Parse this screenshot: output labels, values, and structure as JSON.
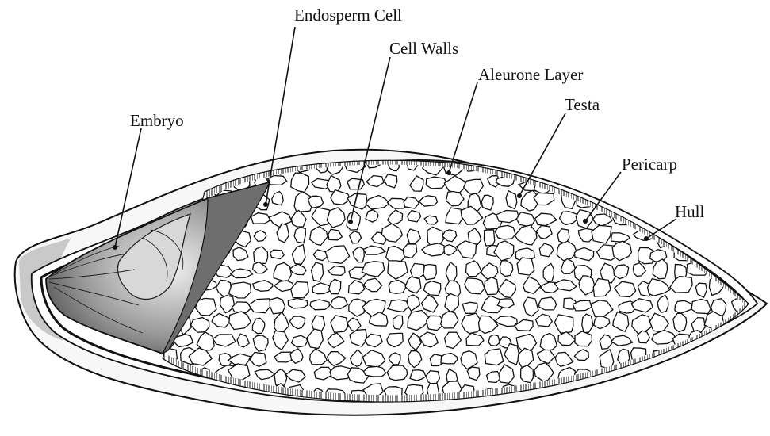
{
  "diagram": {
    "labels": {
      "endosperm_cell": "Endosperm Cell",
      "cell_walls": "Cell Walls",
      "aleurone_layer": "Aleurone Layer",
      "testa": "Testa",
      "embryo": "Embryo",
      "pericarp": "Pericarp",
      "hull": "Hull"
    },
    "colors": {
      "ink": "#111111",
      "paper": "#ffffff",
      "shade": "#8a8a8a"
    }
  }
}
